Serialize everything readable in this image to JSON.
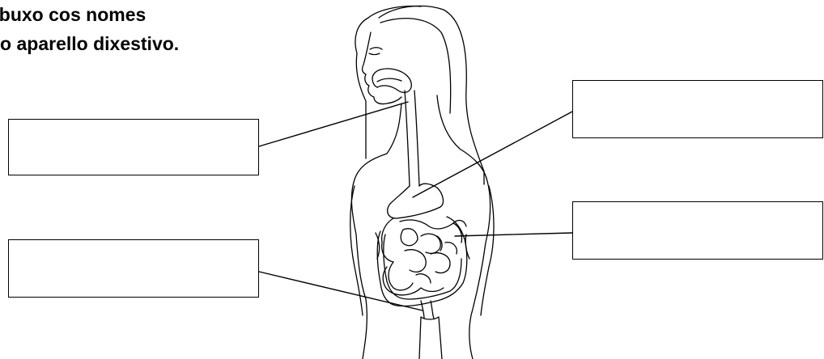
{
  "instructions": {
    "line1": "ebuxo cos nomes",
    "line2": "do aparello dixestivo."
  },
  "answer_boxes": [
    {
      "id": "top-left",
      "value": ""
    },
    {
      "id": "bottom-left",
      "value": ""
    },
    {
      "id": "top-right",
      "value": ""
    },
    {
      "id": "bottom-right",
      "value": ""
    }
  ],
  "colors": {
    "ink": "#000000",
    "background": "#ffffff"
  }
}
